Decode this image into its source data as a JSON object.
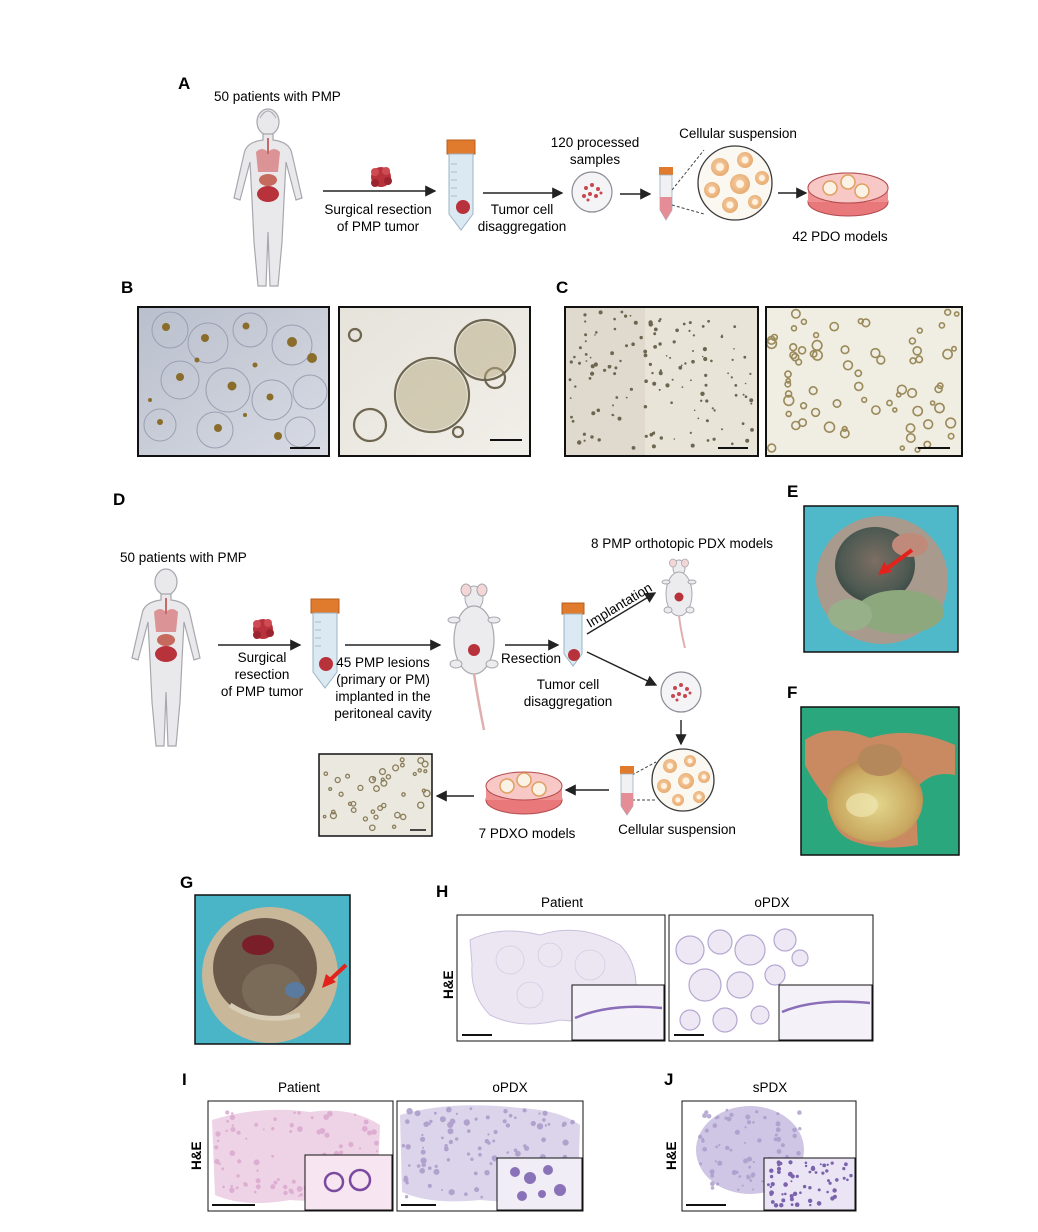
{
  "panels": {
    "A": {
      "letter": "A",
      "patients": "50 patients with PMP",
      "resection_line1": "Surgical resection",
      "resection_line2": "of PMP tumor",
      "disagg_line1": "Tumor cell",
      "disagg_line2": "disaggregation",
      "processed_line1": "120 processed",
      "processed_line2": "samples",
      "suspension": "Cellular suspension",
      "models": "42 PDO models"
    },
    "B": {
      "letter": "B"
    },
    "C": {
      "letter": "C"
    },
    "D": {
      "letter": "D",
      "patients": "50 patients with PMP",
      "surgical_line1": "Surgical",
      "surgical_line2": "resection",
      "surgical_line3": "of PMP tumor",
      "lesions_line1": "45 PMP lesions",
      "lesions_line2": "(primary or PM)",
      "lesions_line3": "implanted in the",
      "lesions_line4": "peritoneal cavity",
      "resection": "Resection",
      "implantation": "Implantation",
      "orthotopic": "8 PMP orthotopic PDX models",
      "disagg_line1": "Tumor cell",
      "disagg_line2": "disaggregation",
      "suspension": "Cellular suspension",
      "pdxo": "7 PDXO models"
    },
    "E": {
      "letter": "E"
    },
    "F": {
      "letter": "F"
    },
    "G": {
      "letter": "G"
    },
    "H": {
      "letter": "H",
      "col1": "Patient",
      "col2": "oPDX",
      "row": "H&E"
    },
    "I": {
      "letter": "I",
      "col1": "Patient",
      "col2": "oPDX",
      "row": "H&E"
    },
    "J": {
      "letter": "J",
      "col1": "sPDX",
      "row": "H&E"
    }
  },
  "colors": {
    "tumor": "#b8323c",
    "cap": "#e07a2c",
    "tube": "#cfe2ee",
    "body": "#e9e9ec",
    "organoid": "#f2c79a",
    "dish": "#e8787a",
    "he_pink": "#e7b9d6",
    "he_purple": "#a99ac9",
    "arrow_red": "#e3231b"
  }
}
